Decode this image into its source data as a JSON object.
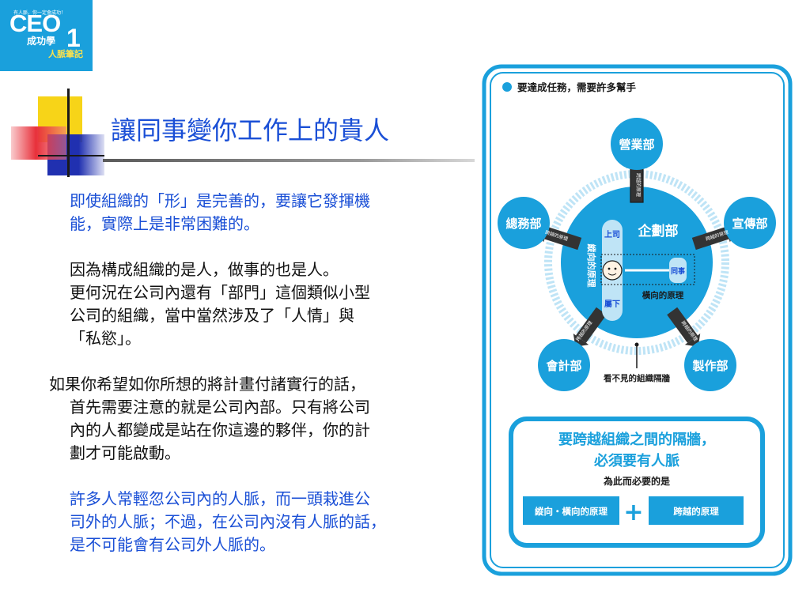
{
  "logo": {
    "tagline": "有人脈，你一定會成功！",
    "brand": "CEO",
    "line1": "成功學",
    "number": "1",
    "line2": "人脈筆記"
  },
  "slide": {
    "title": "讓同事變你工作上的貴人",
    "p1_l1": "即使組織的「形」是完善的，要讓它發揮機",
    "p1_l2": "能，實際上是非常困難的。",
    "p2_l1": "因為構成組織的是人，做事的也是人。",
    "p2_l2": "更何況在公司內還有「部門」這個類似小型",
    "p2_l3": "公司的組織，當中當然涉及了「人情」與",
    "p2_l4": "「私慾」。",
    "p3_l1": "如果你希望如你所想的將計畫付諸實行的話，",
    "p3_l2": "首先需要注意的就是公司內部。只有將公司",
    "p3_l3": "內的人都變成是站在你這邊的夥伴，你的計",
    "p3_l4": "劃才可能啟動。",
    "p4_l1": "許多人常輕忽公司內的人脈，而一頭栽進公",
    "p4_l2": "司外的人脈；不過，在公司內沒有人脈的話，",
    "p4_l3": "是不可能會有公司外人脈的。"
  },
  "diagram": {
    "header": "要達成任務，需要許多幫手",
    "center_dept": "企劃部",
    "departments": {
      "top": "營業部",
      "left": "總務部",
      "right": "宣傳部",
      "bottom_left": "會計部",
      "bottom_right": "製作部"
    },
    "arrow_label": "跨越的原理",
    "vertical_principle": "縱向的原理",
    "horizontal_principle": "橫向的原理",
    "boss": "上司",
    "subordinate": "屬下",
    "colleague": "同事",
    "invisible_wall": "看不見的組織隔牆",
    "box_title_1": "要跨越組織之間的隔牆，",
    "box_title_2": "必須要有人脈",
    "box_sub": "為此而必要的是",
    "btn_left": "縱向・橫向的原理",
    "plus": "+",
    "btn_right": "跨越的原理"
  },
  "colors": {
    "accent_blue": "#1aa0dc",
    "title_blue": "#1a4fd6",
    "deco_yellow": "#f7d418",
    "deco_red": "#e8303a",
    "deco_navy": "#2030b0"
  }
}
